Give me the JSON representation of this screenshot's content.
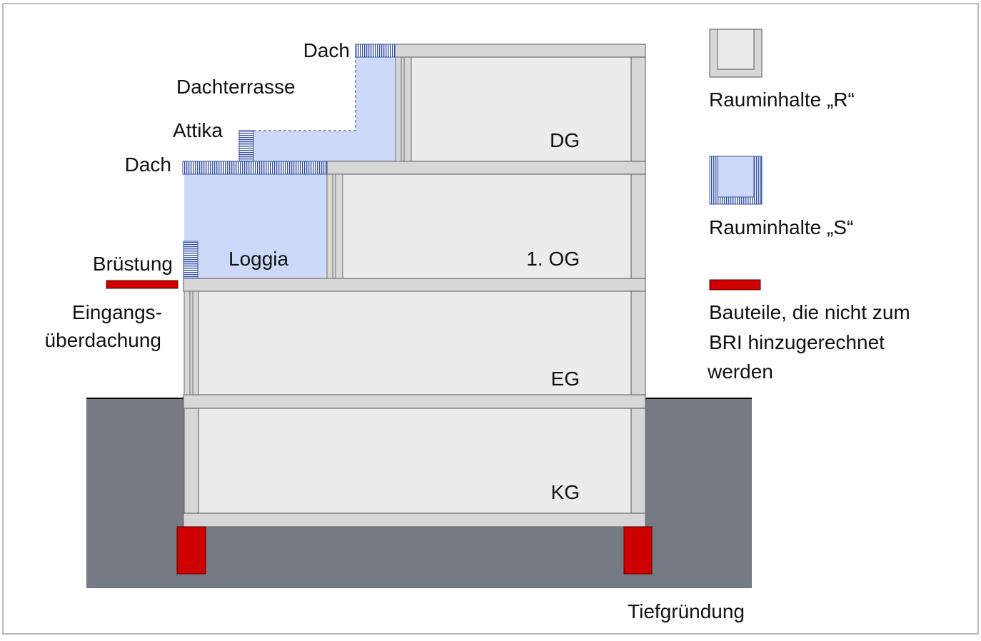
{
  "colors": {
    "ground": "#767a84",
    "wall": "#d7d7d7",
    "wall_stroke": "#6e6e6e",
    "room": "#ececec",
    "s_fill": "#cdd9f8",
    "hatch": "#3552a6",
    "excluded": "#cf0000"
  },
  "floors": {
    "dg": "DG",
    "og1": "1. OG",
    "eg": "EG",
    "kg": "KG"
  },
  "labels": {
    "dach_top": "Dach",
    "dachterrasse": "Dachterrasse",
    "attika": "Attika",
    "dach_left": "Dach",
    "bruestung": "Brüstung",
    "loggia": "Loggia",
    "eingang_line1": "Eingangs-",
    "eingang_line2": "überdachung",
    "tiefgruendung": "Tiefgründung"
  },
  "legend": {
    "r_label": "Rauminhalte „R“",
    "s_label": "Rauminhalte „S“",
    "excluded_line1": "Bauteile, die nicht zum",
    "excluded_line2": "BRI hinzugerechnet",
    "excluded_line3": "werden"
  }
}
